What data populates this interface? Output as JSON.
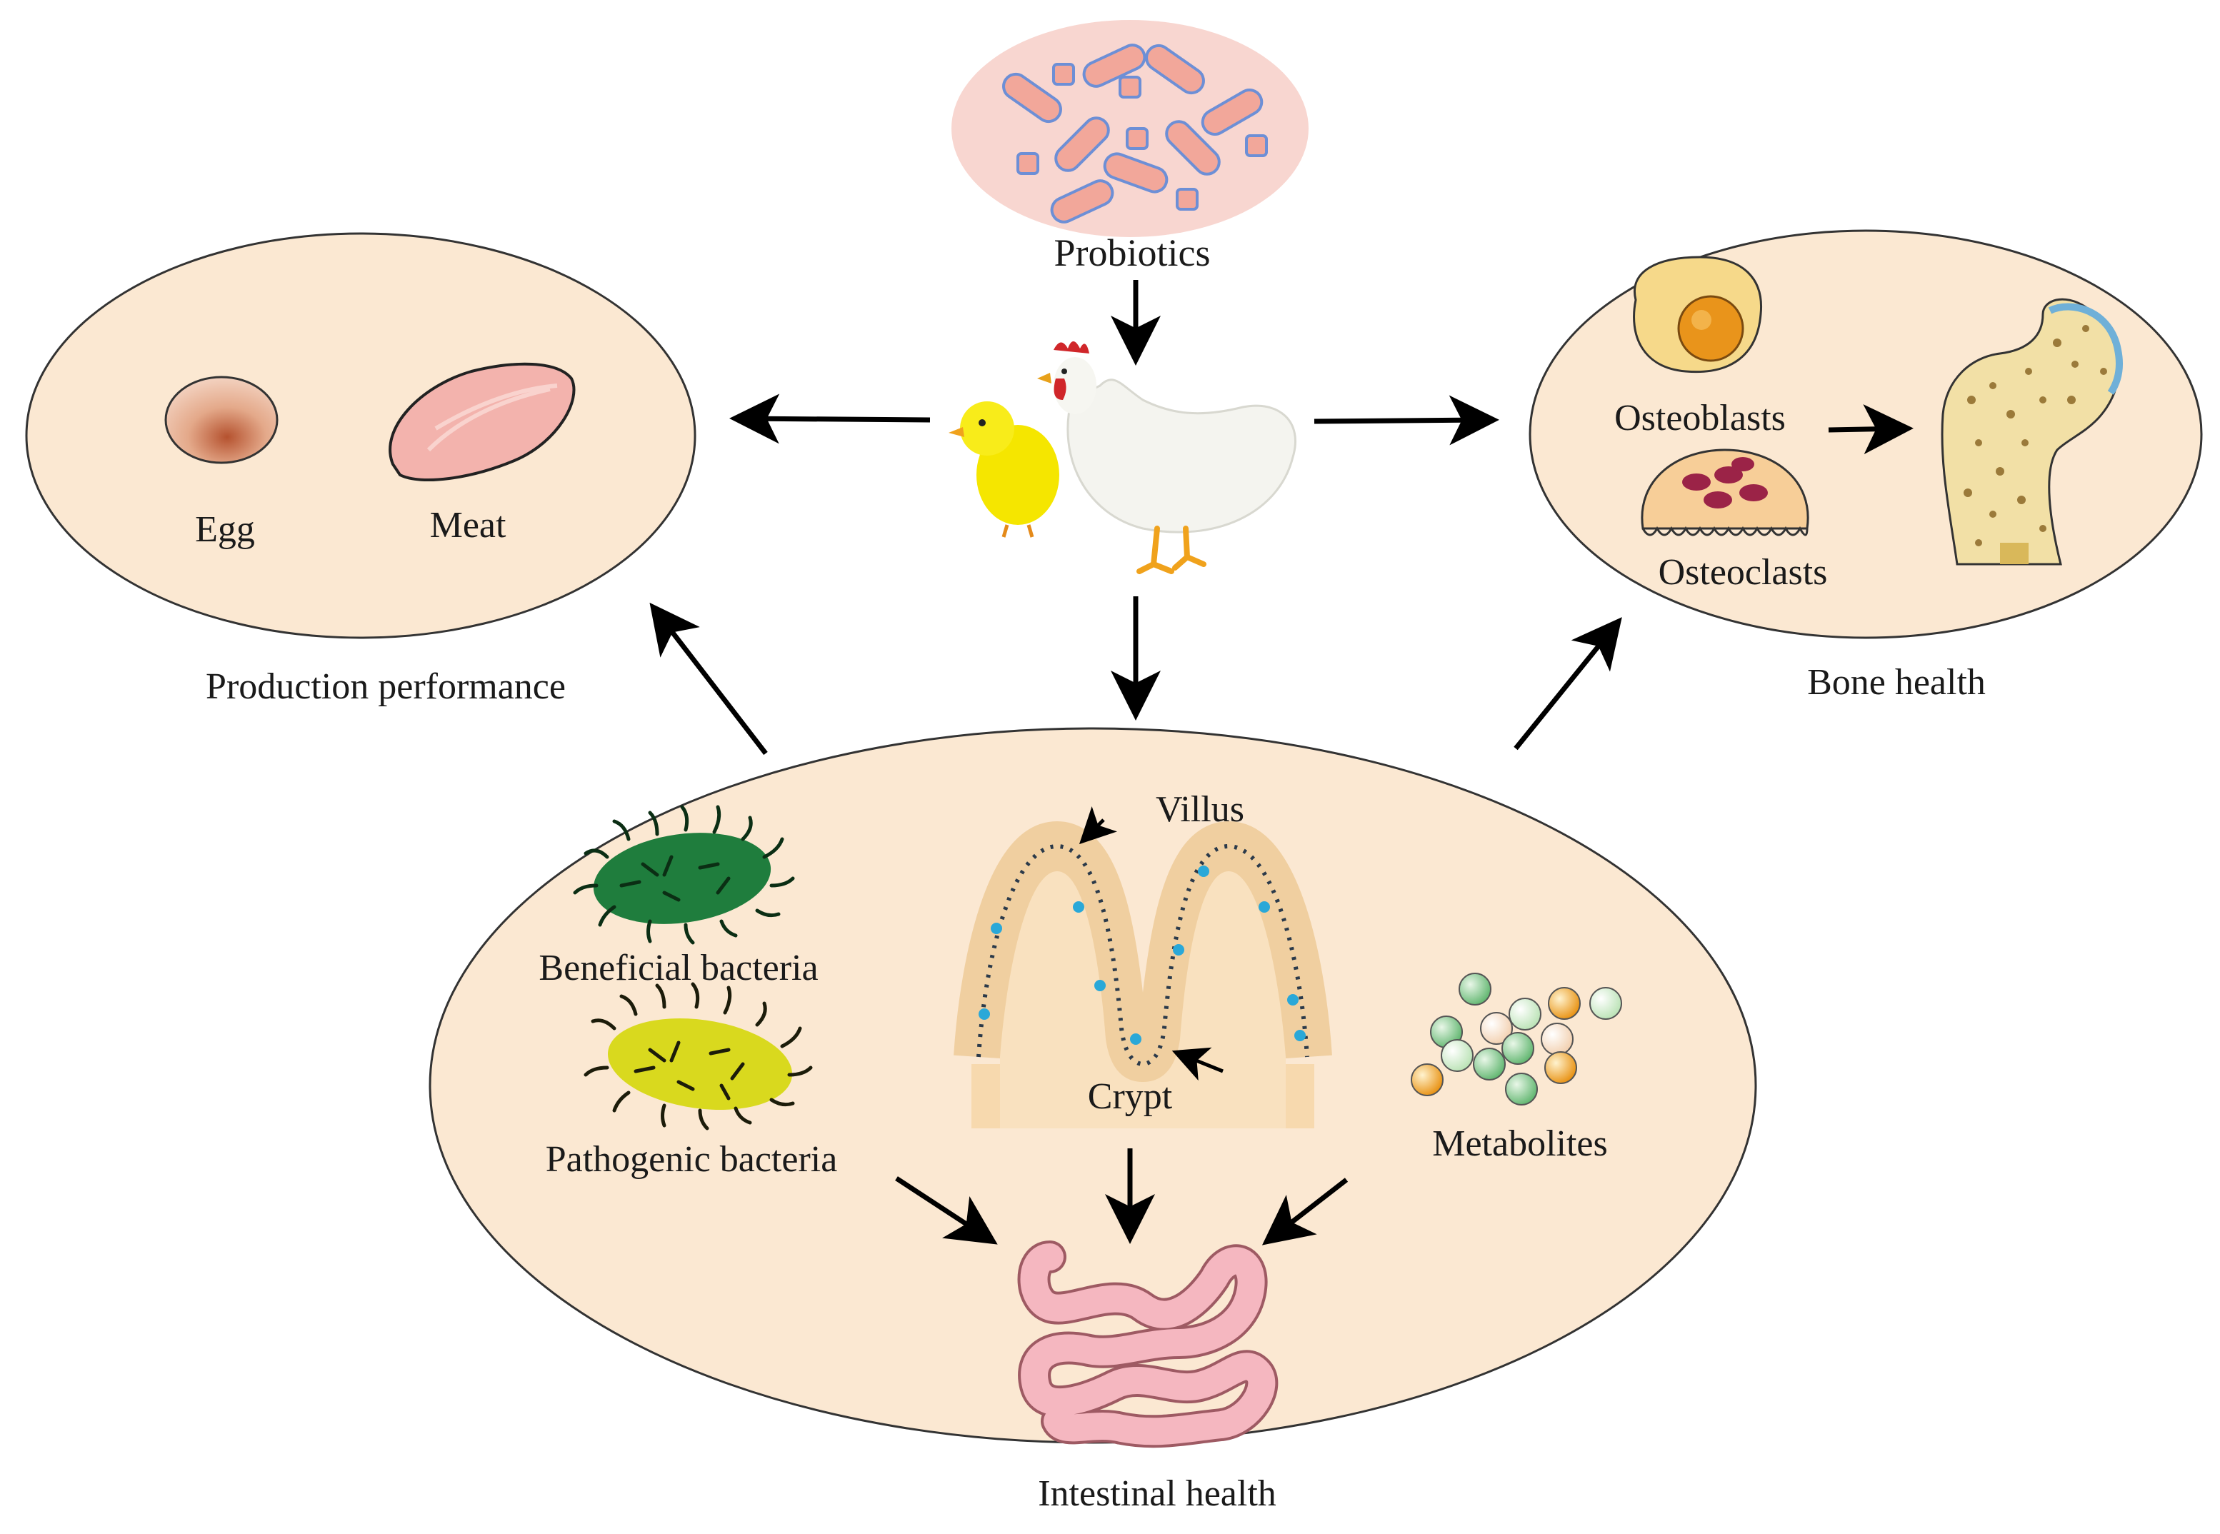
{
  "nodes": {
    "probiotics": "Probiotics",
    "egg": "Egg",
    "meat": "Meat",
    "production_performance": "Production performance",
    "osteoblasts": "Osteoblasts",
    "osteoclasts": "Osteoclasts",
    "bone_health": "Bone health",
    "villus": "Villus",
    "crypt": "Crypt",
    "beneficial_bacteria": "Beneficial bacteria",
    "pathogenic_bacteria": "Pathogenic bacteria",
    "metabolites": "Metabolites",
    "intestinal_health": "Intestinal health"
  },
  "colors": {
    "ellipse_fill": "#fbe8d2",
    "outline": "#333333",
    "probiotic_cloud": "#f8d6d0",
    "probiotic_cell": "#f2a79a",
    "probiotic_edge": "#6d8fd6",
    "beneficial_bacteria": "#1f7d3d",
    "pathogenic_bacteria": "#d9d91e",
    "intestine": "#f5b7c0",
    "tissue": "#f7d9ae",
    "chick": "#f5e600",
    "hen": "#f7f7f3"
  },
  "icons": [
    "probiotics-icon",
    "chicken-icon",
    "chick-icon",
    "egg-icon",
    "meat-icon",
    "osteoblast-icon",
    "osteoclast-icon",
    "femur-bone-icon",
    "villus-crypt-icon",
    "beneficial-bacteria-icon",
    "pathogenic-bacteria-icon",
    "metabolites-icon",
    "intestine-icon"
  ]
}
